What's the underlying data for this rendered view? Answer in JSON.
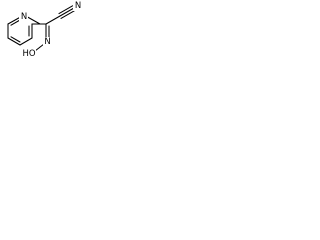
{
  "molecule": {
    "atoms": {
      "ring_n": "N",
      "nitrile_n": "N",
      "oxime_n": "N",
      "hydroxyl": "HO"
    },
    "bond_color": "#000000",
    "background": "#ffffff"
  }
}
